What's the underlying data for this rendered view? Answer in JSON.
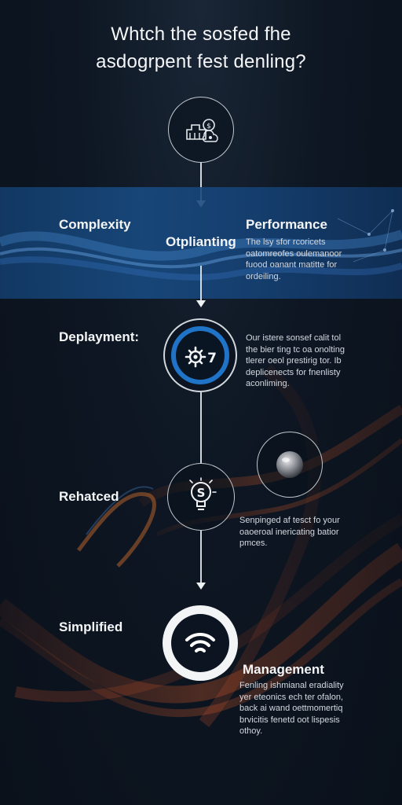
{
  "header": {
    "title_line1": "Whtch the sosfed fhe",
    "title_line2": "asdogrpent fest denling?"
  },
  "band": {
    "left_label": "Complexity",
    "center_label": "Otplianting",
    "right_label": "Performance",
    "right_text": "The lsy sfor rcoricets\noatomreofes oulemanoor\nfuood oanant matitte  for\nordeiling."
  },
  "steps": [
    {
      "label": "Deplayment:",
      "text": "Our istere sonsef calit tol\nthe bier ting tc oa onolting\ntlerer oeol prestirig tor. Ib\ndeplicenects for fnenlisty\naconliming.",
      "icon": "gear-code-icon",
      "accent": "#1f74c8"
    },
    {
      "label": "Rehatced",
      "text": "Senpinged af tesct fo your\noaoeroal inericating batior\npmces.",
      "icon": "lightbulb-dollar-icon"
    },
    {
      "label": "Simplified",
      "heading": "Management",
      "text": "Fenling ishmianal eradiality\nyer eteonics ech ter ofalon,\nback ai wand oettmomertiq\nbrvicitis fenetd oot lispesis\nothoy.",
      "icon": "wifi-icon"
    }
  ],
  "top_icon": "cloud-network-icon",
  "floating_icon": "sphere-icon",
  "colors": {
    "background": "#0d1622",
    "band": "#184a80",
    "accent_blue": "#1f74c8",
    "wave_orange": "#e0602a"
  }
}
